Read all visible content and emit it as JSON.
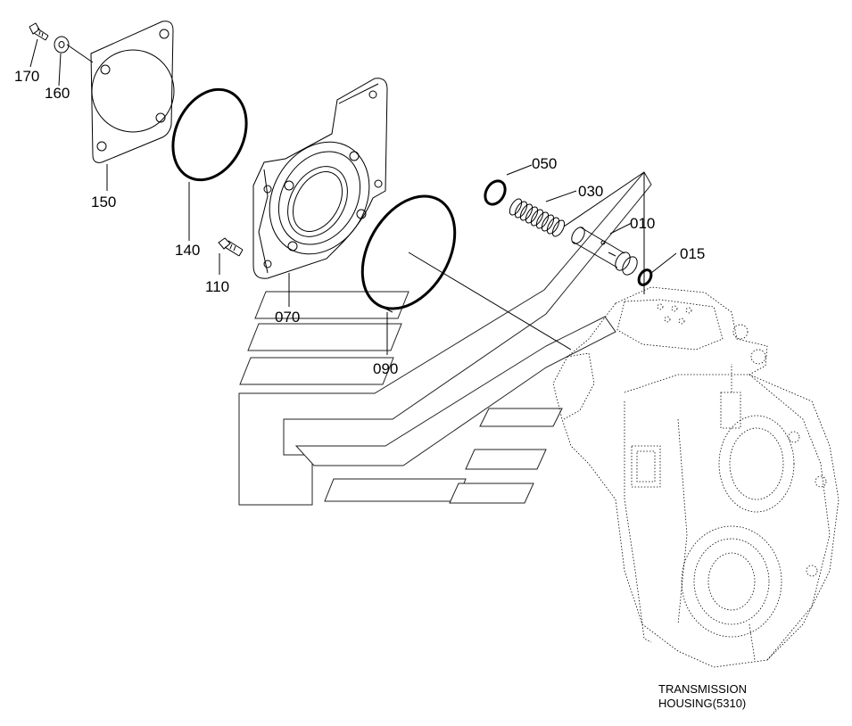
{
  "parts": [
    {
      "id": "p170",
      "label": "170"
    },
    {
      "id": "p160",
      "label": "160"
    },
    {
      "id": "p150",
      "label": "150"
    },
    {
      "id": "p140",
      "label": "140"
    },
    {
      "id": "p110",
      "label": "110"
    },
    {
      "id": "p070",
      "label": "070"
    },
    {
      "id": "p090",
      "label": "090"
    },
    {
      "id": "p050",
      "label": "050"
    },
    {
      "id": "p030",
      "label": "030"
    },
    {
      "id": "p010",
      "label": "010"
    },
    {
      "id": "p015",
      "label": "015"
    }
  ],
  "caption": {
    "line1": "TRANSMISSION",
    "line2": "HOUSING(5310)"
  }
}
